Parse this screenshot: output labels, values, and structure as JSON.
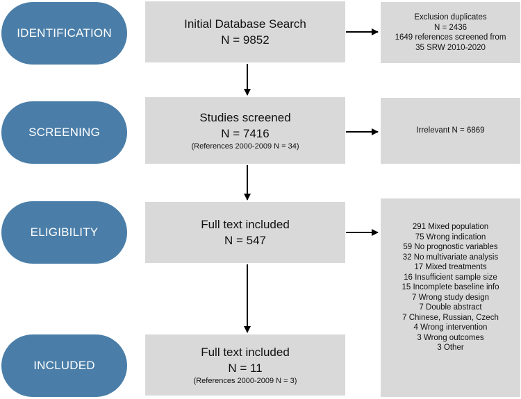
{
  "colors": {
    "pill_fill": "#4a7ea8",
    "box_fill": "#d9d9d9",
    "arrow": "#000000"
  },
  "stages": {
    "identification": "IDENTIFICATION",
    "screening": "SCREENING",
    "eligibility": "ELIGIBILITY",
    "included": "INCLUDED"
  },
  "boxes": {
    "identification": {
      "title": "Initial Database Search",
      "count": "N = 9852"
    },
    "screening": {
      "title": "Studies screened",
      "count": "N = 7416",
      "note": "(References 2000-2009 N = 34)"
    },
    "eligibility": {
      "title": "Full text included",
      "count": "N = 547"
    },
    "included": {
      "title": "Full text included",
      "count": "N = 11",
      "note": "(References 2000-2009 N = 3)"
    }
  },
  "exclusions": {
    "identification": [
      "Exclusion duplicates",
      "N = 2436",
      "1649 references screened from",
      "35 SRW 2010-2020"
    ],
    "screening": [
      "Irrelevant N = 6869"
    ],
    "eligibility": [
      "291 Mixed population",
      "75 Wrong indication",
      "59 No prognostic variables",
      "32 No multivariate analysis",
      "17 Mixed treatments",
      "16 Insufficient sample size",
      "15 Incomplete baseline info",
      "7 Wrong study design",
      "7 Double abstract",
      "7 Chinese, Russian, Czech",
      "4 Wrong intervention",
      "3 Wrong outcomes",
      "3 Other"
    ]
  }
}
